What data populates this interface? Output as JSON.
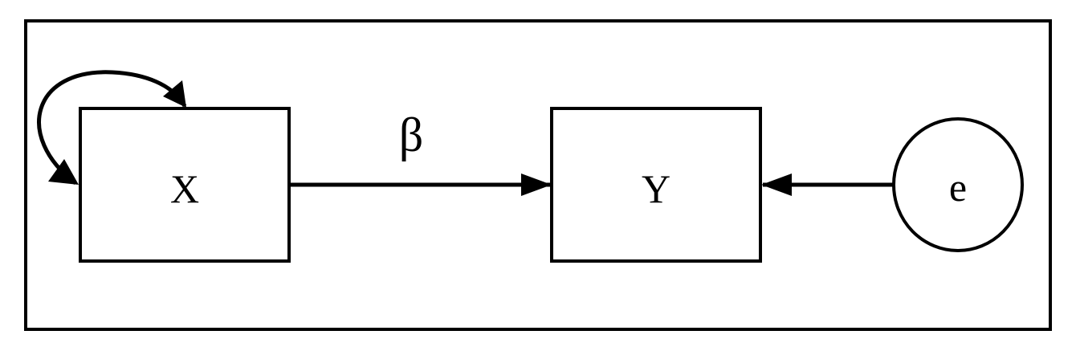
{
  "diagram": {
    "nodes": {
      "x": {
        "label": "X",
        "shape": "rectangle"
      },
      "y": {
        "label": "Y",
        "shape": "rectangle"
      },
      "e": {
        "label": "e",
        "shape": "ellipse"
      }
    },
    "edges": {
      "x_to_y": {
        "from": "X",
        "to": "Y",
        "label": "β"
      },
      "e_to_y": {
        "from": "e",
        "to": "Y"
      },
      "x_self": {
        "from": "X",
        "to": "X"
      }
    },
    "colors": {
      "stroke": "#000000",
      "fill": "#ffffff",
      "background": "#ffffff"
    }
  }
}
